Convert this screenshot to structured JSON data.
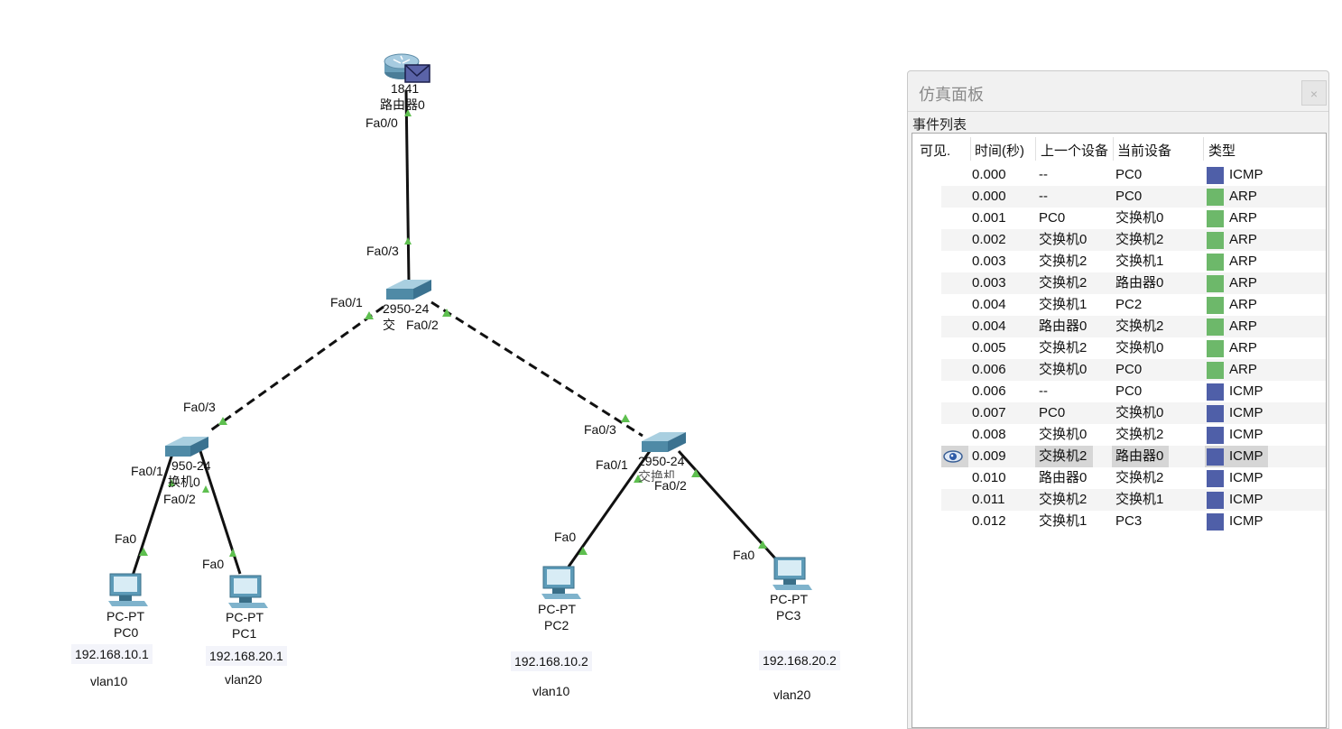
{
  "topology": {
    "router": {
      "model": "1841",
      "name": "路由器0"
    },
    "switch_top": {
      "model": "2950-24",
      "name_partial": "交"
    },
    "switch_left": {
      "model": "950-24",
      "name_partial": "换机0"
    },
    "switch_right": {
      "model": "2950-24",
      "name_partial": "交换机"
    },
    "ports": {
      "router_fa00": "Fa0/0",
      "sw2_fa03": "Fa0/3",
      "sw2_fa01": "Fa0/1",
      "sw2_fa02": "Fa0/2",
      "sw0_fa03": "Fa0/3",
      "sw0_fa01": "Fa0/1",
      "sw0_fa02": "Fa0/2",
      "sw1_fa03": "Fa0/3",
      "sw1_fa01": "Fa0/1",
      "sw1_fa02": "Fa0/2",
      "pc0_fa0": "Fa0",
      "pc1_fa0": "Fa0",
      "pc2_fa0": "Fa0",
      "pc3_fa0": "Fa0"
    },
    "pcs": [
      {
        "type": "PC-PT",
        "name": "PC0",
        "ip": "192.168.10.1",
        "vlan": "vlan10"
      },
      {
        "type": "PC-PT",
        "name": "PC1",
        "ip": "192.168.20.1",
        "vlan": "vlan20"
      },
      {
        "type": "PC-PT",
        "name": "PC2",
        "ip": "192.168.10.2",
        "vlan": "vlan10"
      },
      {
        "type": "PC-PT",
        "name": "PC3",
        "ip": "192.168.20.2",
        "vlan": "vlan20"
      }
    ]
  },
  "sim_panel": {
    "title": "仿真面板",
    "close": "×",
    "event_list_label": "事件列表",
    "columns": [
      "可见.",
      "时间(秒)",
      "上一个设备",
      "当前设备",
      "类型"
    ],
    "colors": {
      "ICMP": "#4f5fa8",
      "ARP": "#6db86a"
    },
    "events": [
      {
        "time": "0.000",
        "last": "--",
        "at": "PC0",
        "type": "ICMP"
      },
      {
        "time": "0.000",
        "last": "--",
        "at": "PC0",
        "type": "ARP"
      },
      {
        "time": "0.001",
        "last": "PC0",
        "at": "交换机0",
        "type": "ARP"
      },
      {
        "time": "0.002",
        "last": "交换机0",
        "at": "交换机2",
        "type": "ARP"
      },
      {
        "time": "0.003",
        "last": "交换机2",
        "at": "交换机1",
        "type": "ARP"
      },
      {
        "time": "0.003",
        "last": "交换机2",
        "at": "路由器0",
        "type": "ARP"
      },
      {
        "time": "0.004",
        "last": "交换机1",
        "at": "PC2",
        "type": "ARP"
      },
      {
        "time": "0.004",
        "last": "路由器0",
        "at": "交换机2",
        "type": "ARP"
      },
      {
        "time": "0.005",
        "last": "交换机2",
        "at": "交换机0",
        "type": "ARP"
      },
      {
        "time": "0.006",
        "last": "交换机0",
        "at": "PC0",
        "type": "ARP"
      },
      {
        "time": "0.006",
        "last": "--",
        "at": "PC0",
        "type": "ICMP"
      },
      {
        "time": "0.007",
        "last": "PC0",
        "at": "交换机0",
        "type": "ICMP"
      },
      {
        "time": "0.008",
        "last": "交换机0",
        "at": "交换机2",
        "type": "ICMP"
      },
      {
        "time": "0.009",
        "last": "交换机2",
        "at": "路由器0",
        "type": "ICMP",
        "selected": true,
        "visible_icon": "eye-icon"
      },
      {
        "time": "0.010",
        "last": "路由器0",
        "at": "交换机2",
        "type": "ICMP"
      },
      {
        "time": "0.011",
        "last": "交换机2",
        "at": "交换机1",
        "type": "ICMP"
      },
      {
        "time": "0.012",
        "last": "交换机1",
        "at": "PC3",
        "type": "ICMP"
      }
    ]
  }
}
